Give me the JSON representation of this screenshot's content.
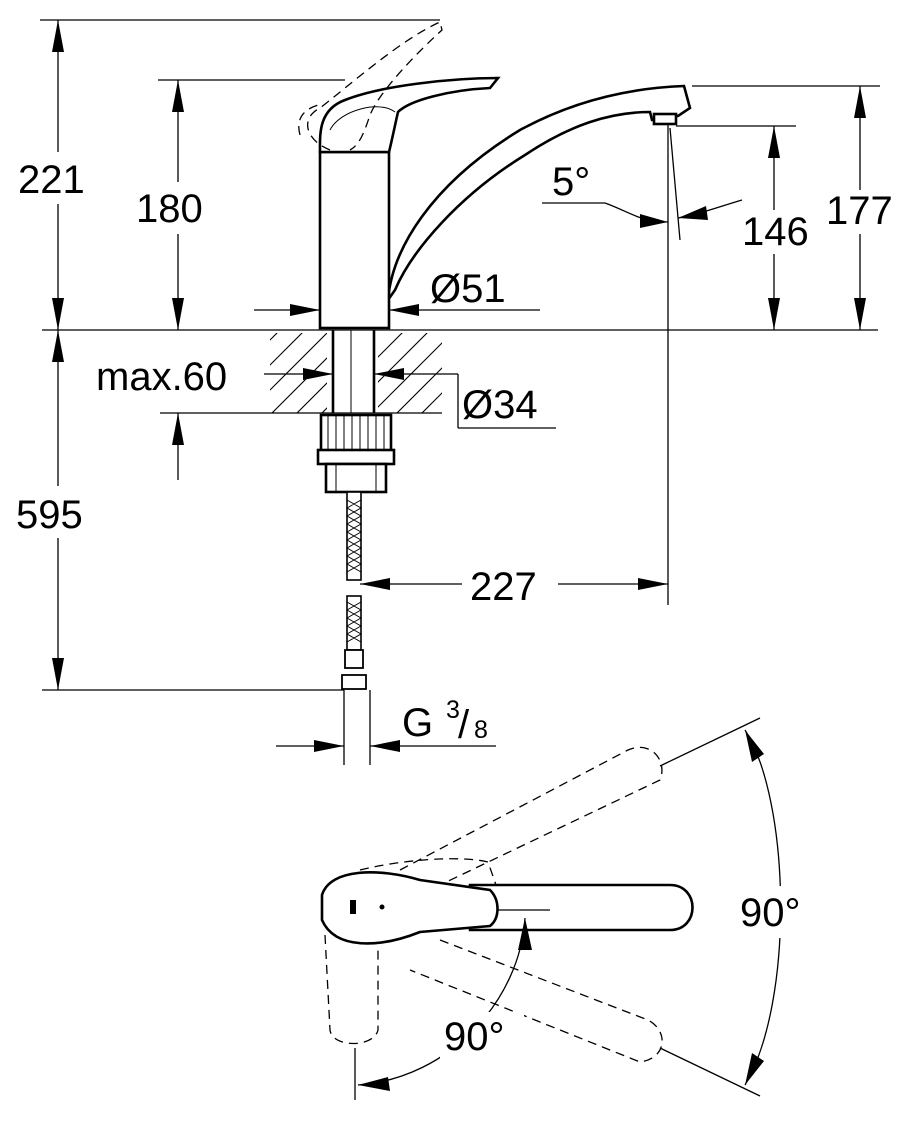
{
  "dimensions": {
    "total_height": "221",
    "handle_height": "180",
    "spout_clearance": "146",
    "spout_height": "177",
    "spout_angle": "5°",
    "body_diameter": "Ø51",
    "max_thickness": "max.60",
    "hole_diameter": "Ø34",
    "hose_length": "595",
    "spout_reach": "227",
    "thread_letter": "G",
    "thread_num": "3",
    "thread_den": "8",
    "spout_swivel": "90°",
    "lever_swing": "90°"
  }
}
